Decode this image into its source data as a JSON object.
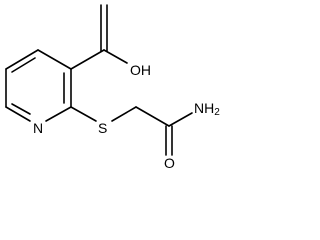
{
  "molecule": {
    "atoms": {
      "carboxyl_oh": "OH",
      "ring_nitrogen": "N",
      "thioether_sulfur": "S",
      "amide_nh2": "NH2",
      "amide_oxygen": "O"
    }
  }
}
